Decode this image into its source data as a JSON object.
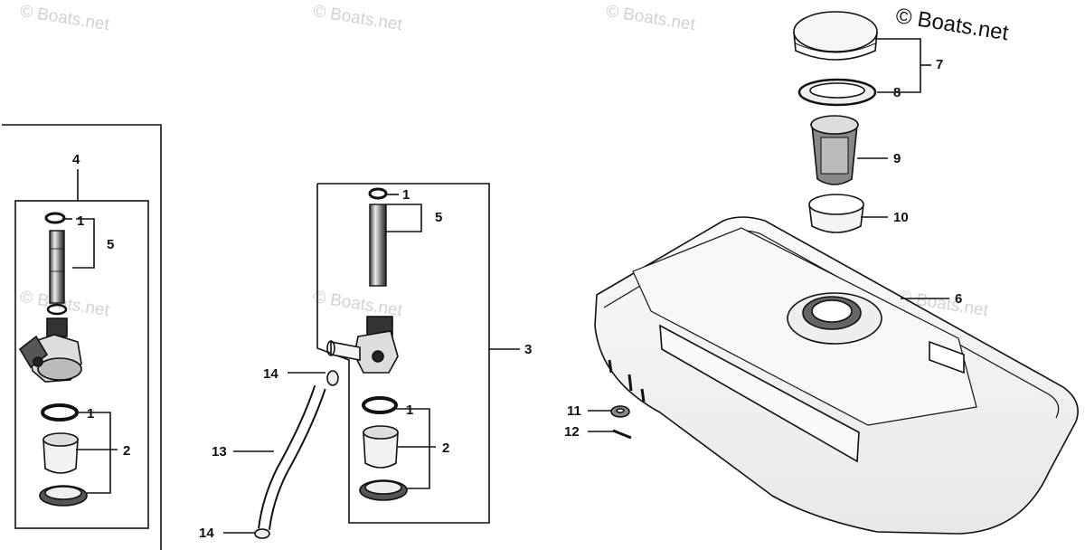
{
  "copyright": "© Boats.net",
  "watermark": "© Boats.net",
  "callouts": {
    "left_fuel_cock_assembly": "4",
    "left_washer": "1",
    "left_strainer_screen": "5",
    "left_lower_washer": "1",
    "left_fuel_cup": "2",
    "center_top_washer": "1",
    "center_strainer_screen": "5",
    "center_fuel_cock_assembly": "3",
    "center_lower_washer": "1",
    "center_fuel_cup": "2",
    "tube_clip_top": "14",
    "fuel_tube": "13",
    "tube_clip_bottom": "14",
    "filler_cap_assembly": "7",
    "cap_gasket": "8",
    "fuel_filter": "9",
    "filter_holder": "10",
    "fuel_tank": "6",
    "tank_washer": "11",
    "tank_bolt": "12"
  }
}
